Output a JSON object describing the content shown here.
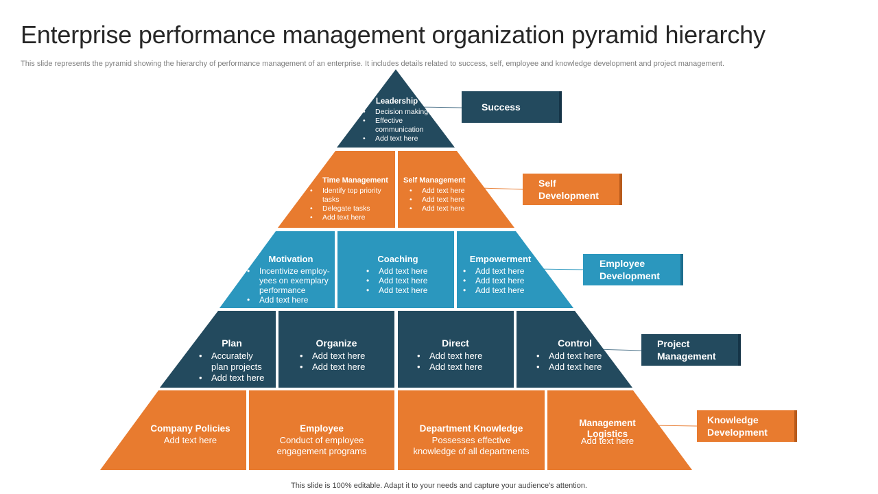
{
  "title": "Enterprise performance management organization pyramid hierarchy",
  "subtitle": "This slide represents the pyramid showing the hierarchy of performance management of an enterprise. It includes details related to success, self, employee and knowledge development and project management.",
  "footer": "This slide is 100% editable. Adapt it to your needs and capture your audience's attention.",
  "colors": {
    "navy": "#234a5e",
    "orange": "#e87b2f",
    "teal": "#2b97be"
  },
  "levels": {
    "l1": {
      "label": "Success",
      "cells": [
        {
          "head": "Leadership",
          "items": [
            "Decision making",
            "Effective communication",
            "Add text here"
          ]
        }
      ]
    },
    "l2": {
      "label": "Self Development",
      "cells": [
        {
          "head": "Time Management",
          "items": [
            "Identify top priority tasks",
            "Delegate tasks",
            "Add text here"
          ]
        },
        {
          "head": "Self Management",
          "items": [
            "Add text here",
            "Add text here",
            "Add text here"
          ]
        }
      ]
    },
    "l3": {
      "label": "Employee Development",
      "cells": [
        {
          "head": "Motivation",
          "items": [
            "Incentivize employ-yees on exemplary performance",
            "Add text here"
          ]
        },
        {
          "head": "Coaching",
          "items": [
            "Add text here",
            "Add text here",
            "Add text here"
          ]
        },
        {
          "head": "Empowerment",
          "items": [
            "Add text here",
            "Add text here",
            "Add text here"
          ]
        }
      ]
    },
    "l4": {
      "label": "Project Management",
      "cells": [
        {
          "head": "Plan",
          "items": [
            "Accurately plan projects",
            "Add text here"
          ]
        },
        {
          "head": "Organize",
          "items": [
            "Add text here",
            "Add text here"
          ]
        },
        {
          "head": "Direct",
          "items": [
            "Add text here",
            "Add text here"
          ]
        },
        {
          "head": "Control",
          "items": [
            "Add text here",
            "Add text here"
          ]
        }
      ]
    },
    "l5": {
      "label": "Knowledge Development",
      "cells": [
        {
          "head": "Company Policies",
          "text": "Add text here"
        },
        {
          "head": "Employee",
          "text": "Conduct of employee engagement programs"
        },
        {
          "head": "Department Knowledge",
          "text": "Possesses effective knowledge of all departments"
        },
        {
          "head": "Management Logistics",
          "text": "Add text here"
        }
      ]
    }
  }
}
